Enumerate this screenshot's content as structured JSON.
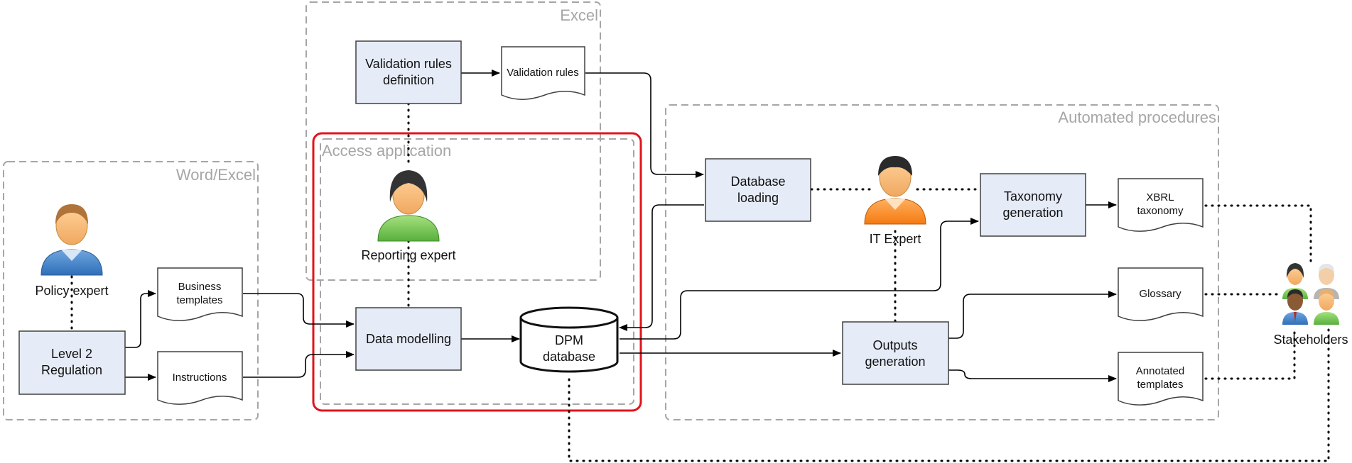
{
  "groups": {
    "word_excel": "Word/Excel",
    "excel": "Excel",
    "access": "Access application",
    "automated": "Automated procedures"
  },
  "processes": {
    "level2_line1": "Level 2",
    "level2_line2": "Regulation",
    "validation_def_line1": "Validation rules",
    "validation_def_line2": "definition",
    "data_modelling": "Data modelling",
    "database_loading_line1": "Database",
    "database_loading_line2": "loading",
    "taxonomy_gen_line1": "Taxonomy",
    "taxonomy_gen_line2": "generation",
    "outputs_gen_line1": "Outputs",
    "outputs_gen_line2": "generation"
  },
  "documents": {
    "business_templates_line1": "Business",
    "business_templates_line2": "templates",
    "instructions": "Instructions",
    "validation_rules": "Validation rules",
    "xbrl_line1": "XBRL",
    "xbrl_line2": "taxonomy",
    "glossary": "Glossary",
    "annotated_line1": "Annotated",
    "annotated_line2": "templates"
  },
  "database": {
    "line1": "DPM",
    "line2": "database"
  },
  "actors": {
    "policy_expert": "Policy expert",
    "reporting_expert": "Reporting expert",
    "it_expert": "IT Expert",
    "stakeholders": "Stakeholders"
  },
  "colors": {
    "process_fill": "#e6ecf7",
    "highlight": "#e0141e",
    "group_border": "#a6a6a6"
  }
}
